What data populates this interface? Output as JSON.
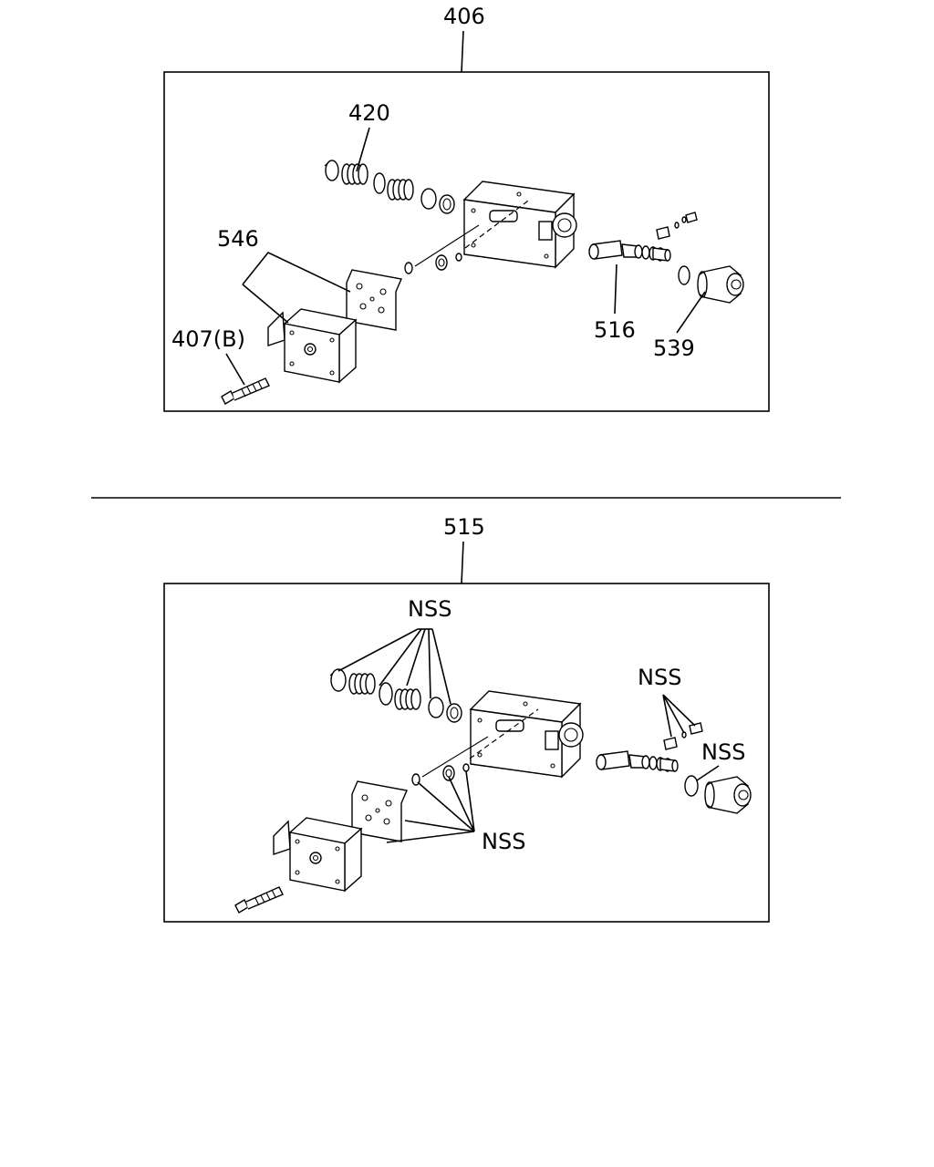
{
  "diagram_top": {
    "assembly_label": "406",
    "callouts": {
      "spring_plug": "420",
      "gasket_set": "546",
      "bolt": "407(B)",
      "valve": "516",
      "plug": "539"
    }
  },
  "diagram_bottom": {
    "assembly_label": "515",
    "callouts": {
      "seals_top": "NSS",
      "small_parts_right": "NSS",
      "oring_right": "NSS",
      "seals_bottom": "NSS"
    }
  }
}
